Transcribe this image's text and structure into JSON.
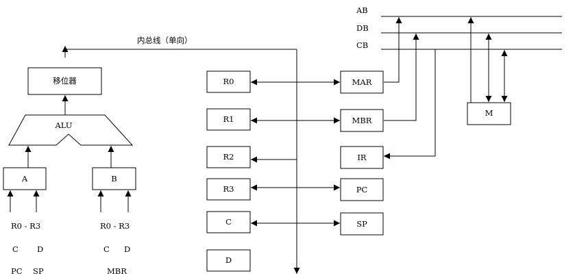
{
  "internal_bus_label": "内总线（单向）",
  "bus_labels": {
    "ab": "AB",
    "db": "DB",
    "cb": "CB"
  },
  "alu_section": {
    "shifter": "移位器",
    "alu": "ALU",
    "reg_a": "A",
    "reg_b": "B",
    "a_inputs": {
      "row1": "R0 - R3",
      "row2_left": "C",
      "row2_right": "D",
      "row3_left": "PC",
      "row3_right": "SP"
    },
    "b_inputs": {
      "row1": "R0 - R3",
      "row2_left": "C",
      "row2_right": "D",
      "row3": "MBR"
    }
  },
  "general_registers": [
    "R0",
    "R1",
    "R2",
    "R3",
    "C",
    "D"
  ],
  "special_registers": [
    "MAR",
    "MBR",
    "IR",
    "PC",
    "SP"
  ],
  "memory": "M"
}
